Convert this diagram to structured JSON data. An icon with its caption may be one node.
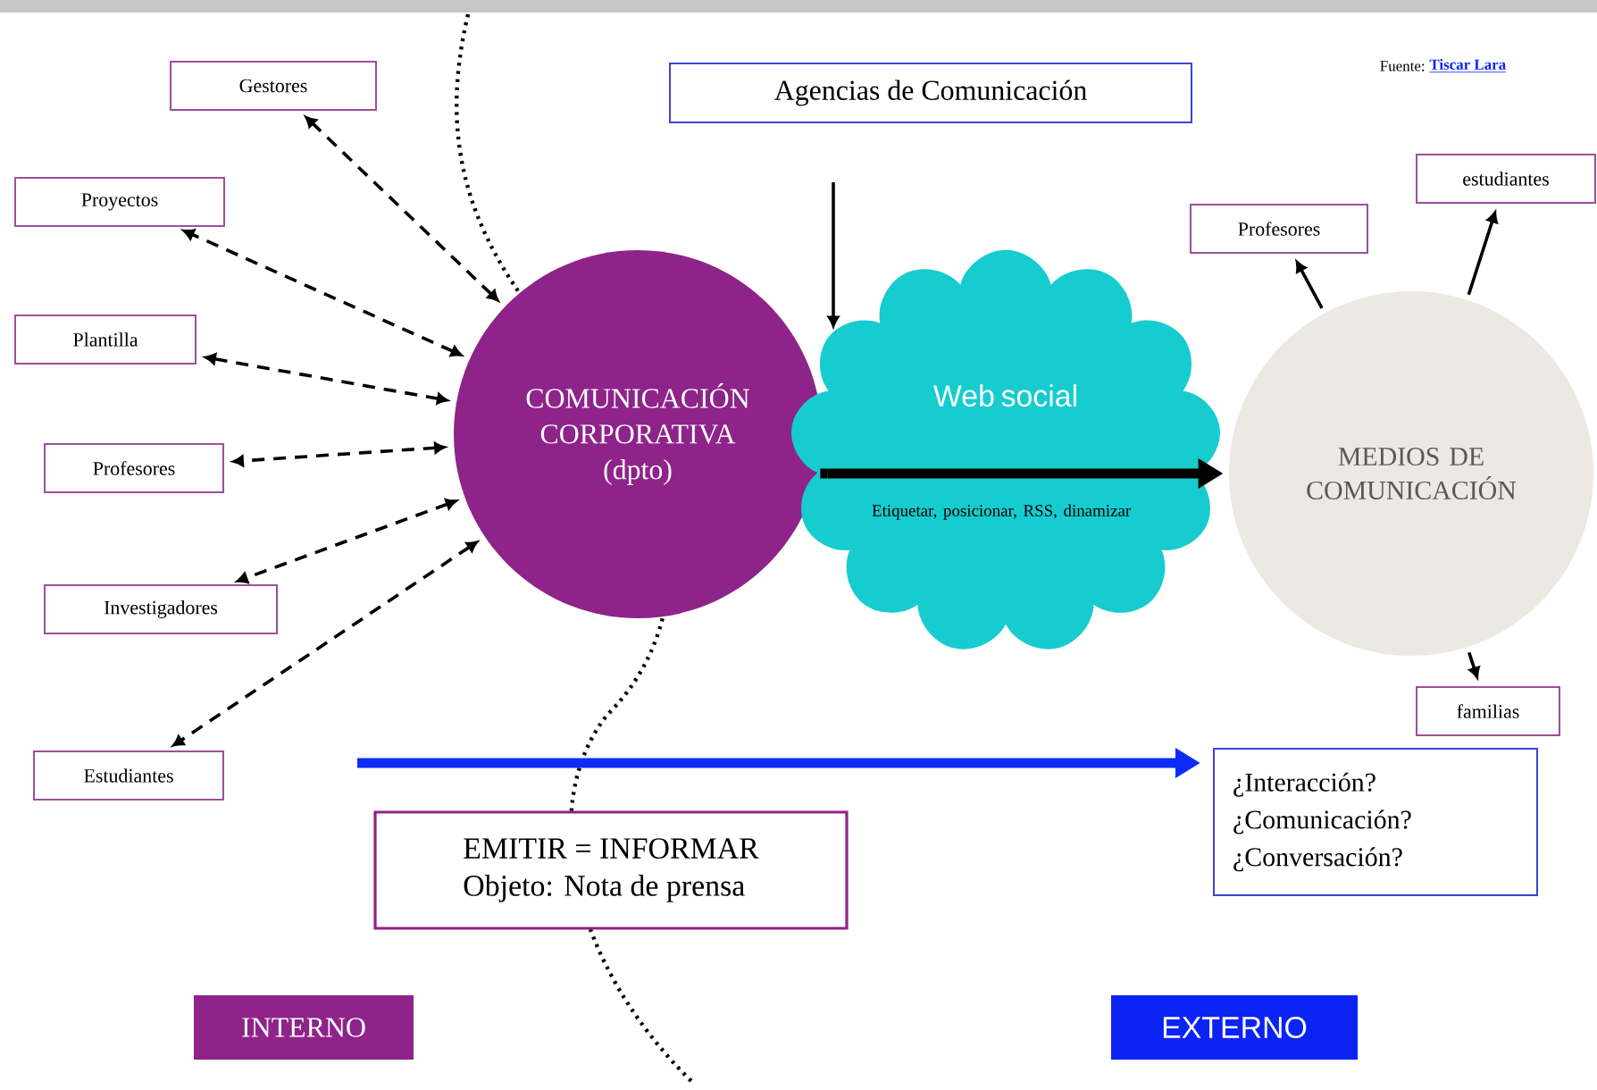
{
  "diagram": {
    "nodes": [
      {
        "text": [
          "Gestores"
        ]
      },
      {
        "text": [
          "Proyectos"
        ]
      },
      {
        "text": [
          "Plantilla"
        ]
      },
      {
        "text": [
          "Profesores"
        ]
      },
      {
        "text": [
          "Investigadores"
        ]
      },
      {
        "text": [
          "Estudiantes"
        ]
      },
      {
        "text": [
          "COMUNICACIÓN CORPORATIVA (dpto)"
        ]
      },
      {
        "text": [
          "Agencias de Comunicación"
        ]
      },
      {
        "text": [
          "Web social",
          "Etiquetar, posicionar, RSS, dinamizar"
        ]
      },
      {
        "text": [
          "MEDIOS DE COMUNICACIÓN"
        ]
      },
      {
        "text": [
          "Profesores"
        ]
      },
      {
        "text": [
          "estudiantes"
        ]
      },
      {
        "text": [
          "familias"
        ]
      },
      {
        "text": [
          "EMITIR = INFORMAR",
          "Objeto: Nota de prensa"
        ]
      },
      {
        "text": [
          "¿Interacción? ¿Comunicación? ¿Conversación?"
        ]
      },
      {
        "text": [
          "INTERNO"
        ]
      },
      {
        "text": [
          "EXTERNO"
        ]
      }
    ],
    "edges": [
      {
        "from": 6,
        "to": 0,
        "arrow": "both",
        "style": "dashed"
      },
      {
        "from": 6,
        "to": 1,
        "arrow": "both",
        "style": "dashed"
      },
      {
        "from": 6,
        "to": 2,
        "arrow": "both",
        "style": "dashed"
      },
      {
        "from": 6,
        "to": 3,
        "arrow": "both",
        "style": "dashed"
      },
      {
        "from": 6,
        "to": 4,
        "arrow": "both",
        "style": "dashed"
      },
      {
        "from": 6,
        "to": 5,
        "arrow": "both",
        "style": "dashed"
      },
      {
        "from": 7,
        "to": 8,
        "arrow": "to"
      },
      {
        "from": 6,
        "to": 8,
        "arrow": "none",
        "style": "thick"
      },
      {
        "from": 8,
        "to": 9,
        "arrow": "to",
        "style": "thick"
      },
      {
        "from": 9,
        "to": 10,
        "arrow": "to"
      },
      {
        "from": 9,
        "to": 11,
        "arrow": "to"
      },
      {
        "from": 9,
        "to": 12,
        "arrow": "to"
      },
      {
        "from": null,
        "to": 14,
        "arrow": "to",
        "style": "thick",
        "color": "#0a2cf5"
      }
    ],
    "labels": [
      "Fuente:",
      "Tiscar Lara"
    ]
  }
}
